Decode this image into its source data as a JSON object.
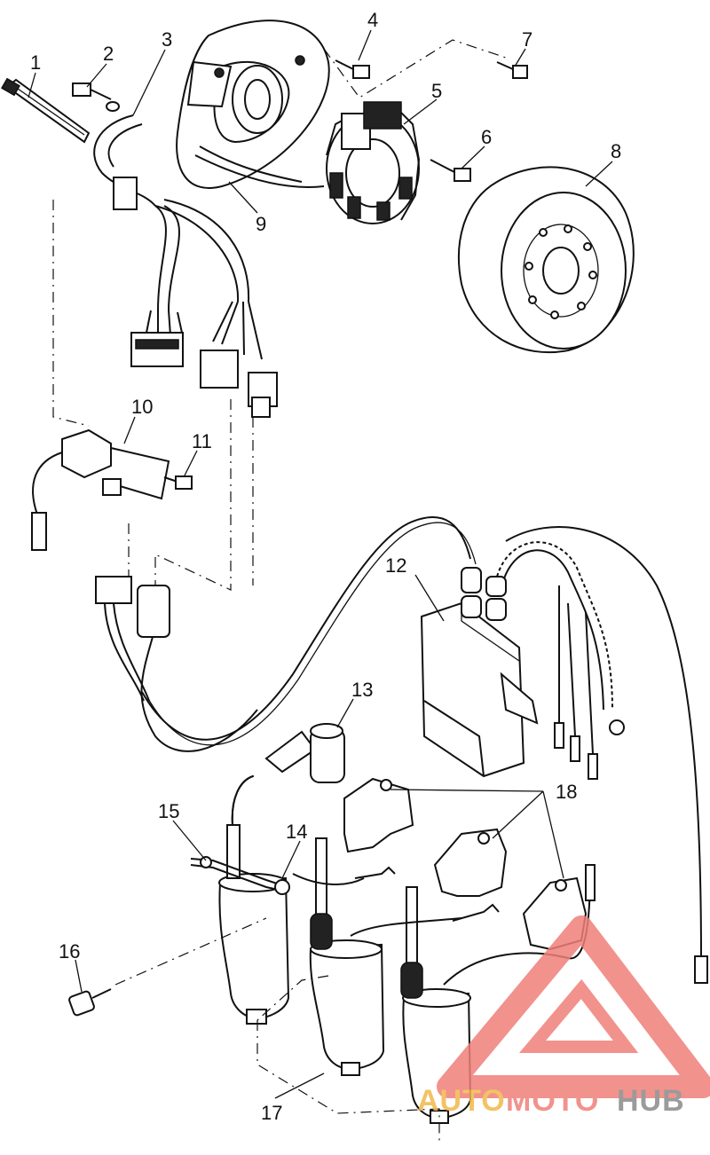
{
  "callouts": [
    {
      "id": "1",
      "label": "1"
    },
    {
      "id": "2",
      "label": "2"
    },
    {
      "id": "3",
      "label": "3"
    },
    {
      "id": "4",
      "label": "4"
    },
    {
      "id": "5",
      "label": "5"
    },
    {
      "id": "6",
      "label": "6"
    },
    {
      "id": "7",
      "label": "7"
    },
    {
      "id": "8",
      "label": "8"
    },
    {
      "id": "9",
      "label": "9"
    },
    {
      "id": "10",
      "label": "10"
    },
    {
      "id": "11",
      "label": "11"
    },
    {
      "id": "12",
      "label": "12"
    },
    {
      "id": "13",
      "label": "13"
    },
    {
      "id": "14",
      "label": "14"
    },
    {
      "id": "15",
      "label": "15"
    },
    {
      "id": "16",
      "label": "16"
    },
    {
      "id": "17",
      "label": "17"
    },
    {
      "id": "18",
      "label": "18"
    }
  ],
  "watermark": {
    "part1": "AUTO",
    "part2": "MOTO",
    "part3": "HUB",
    "color_gold": "#f2b84b",
    "color_red": "#f07f7a",
    "color_gray": "#8a8a8a"
  }
}
